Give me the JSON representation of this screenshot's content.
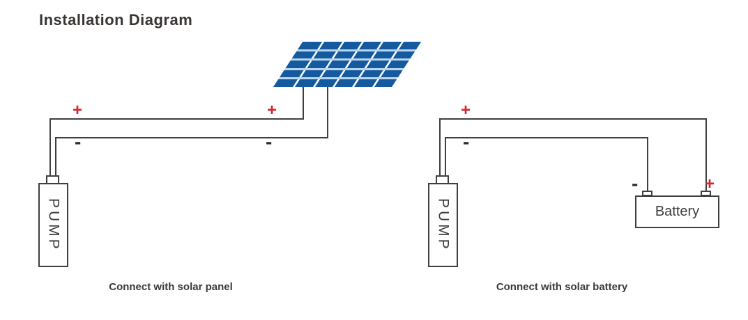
{
  "title": "Installation Diagram",
  "symbols": {
    "plus": "+",
    "minus": "-"
  },
  "solar_panel": {
    "rows": 5,
    "cols": 6
  },
  "left_diagram": {
    "pump_label": "PUMP",
    "caption": "Connect with solar panel"
  },
  "right_diagram": {
    "pump_label": "PUMP",
    "battery_label": "Battery",
    "caption": "Connect with solar battery"
  },
  "colors": {
    "panel_blue": "#15599E",
    "panel_gap": "#BAD7EE",
    "wire": "#3F3F3F",
    "positive_red": "#D8232C",
    "negative_black": "#2E2E2E"
  }
}
